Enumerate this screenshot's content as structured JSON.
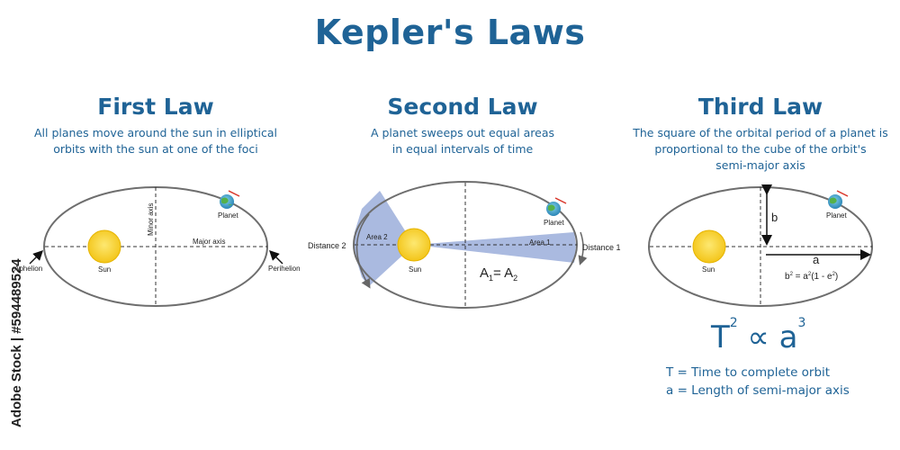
{
  "title": "Kepler's Laws",
  "watermark": "Adobe Stock | #594489524",
  "first_law": {
    "heading": "First Law",
    "description_line1": "All planes move around the sun in elliptical",
    "description_line2": "orbits with the sun at one of the foci",
    "labels": {
      "minor_axis": "Minor axis",
      "major_axis": "Major axis",
      "sun": "Sun",
      "planet": "Planet",
      "aphelion": "Aphelion",
      "perihelion": "Perihelion"
    }
  },
  "second_law": {
    "heading": "Second Law",
    "description_line1": "A planet sweeps out equal areas",
    "description_line2": "in equal intervals of time",
    "labels": {
      "area1": "Area 1",
      "area2": "Area 2",
      "distance1": "Distance 1",
      "distance2": "Distance 2",
      "sun": "Sun",
      "planet": "Planet",
      "equation_a": "A",
      "equation_sub1": "1",
      "equation_eq": "= A",
      "equation_sub2": "2"
    }
  },
  "third_law": {
    "heading": "Third Law",
    "description_line1": "The square of the orbital period of a planet is",
    "description_line2": "proportional to the cube of the orbit's",
    "description_line3": "semi-major axis",
    "labels": {
      "b": "b",
      "a": "a",
      "sun": "Sun",
      "planet": "Planet",
      "eq_b": "b",
      "eq_b_exp": "2",
      "eq_mid": " = a",
      "eq_a_exp": "2",
      "eq_tail": "(1 - e",
      "eq_e_exp": "2",
      "eq_close": ")"
    },
    "formula_T": "T",
    "formula_T_exp": "2",
    "formula_prop": " ∝ a",
    "formula_a_exp": "3",
    "legend_T": "T = Time to complete orbit",
    "legend_a": "a = Length of semi-major axis"
  },
  "colors": {
    "title_blue": "#1f6396",
    "sweep_blue": "#8ea3d6",
    "sun_yellow": "#f7d23a",
    "orbit_gray": "#6e6e6e"
  }
}
